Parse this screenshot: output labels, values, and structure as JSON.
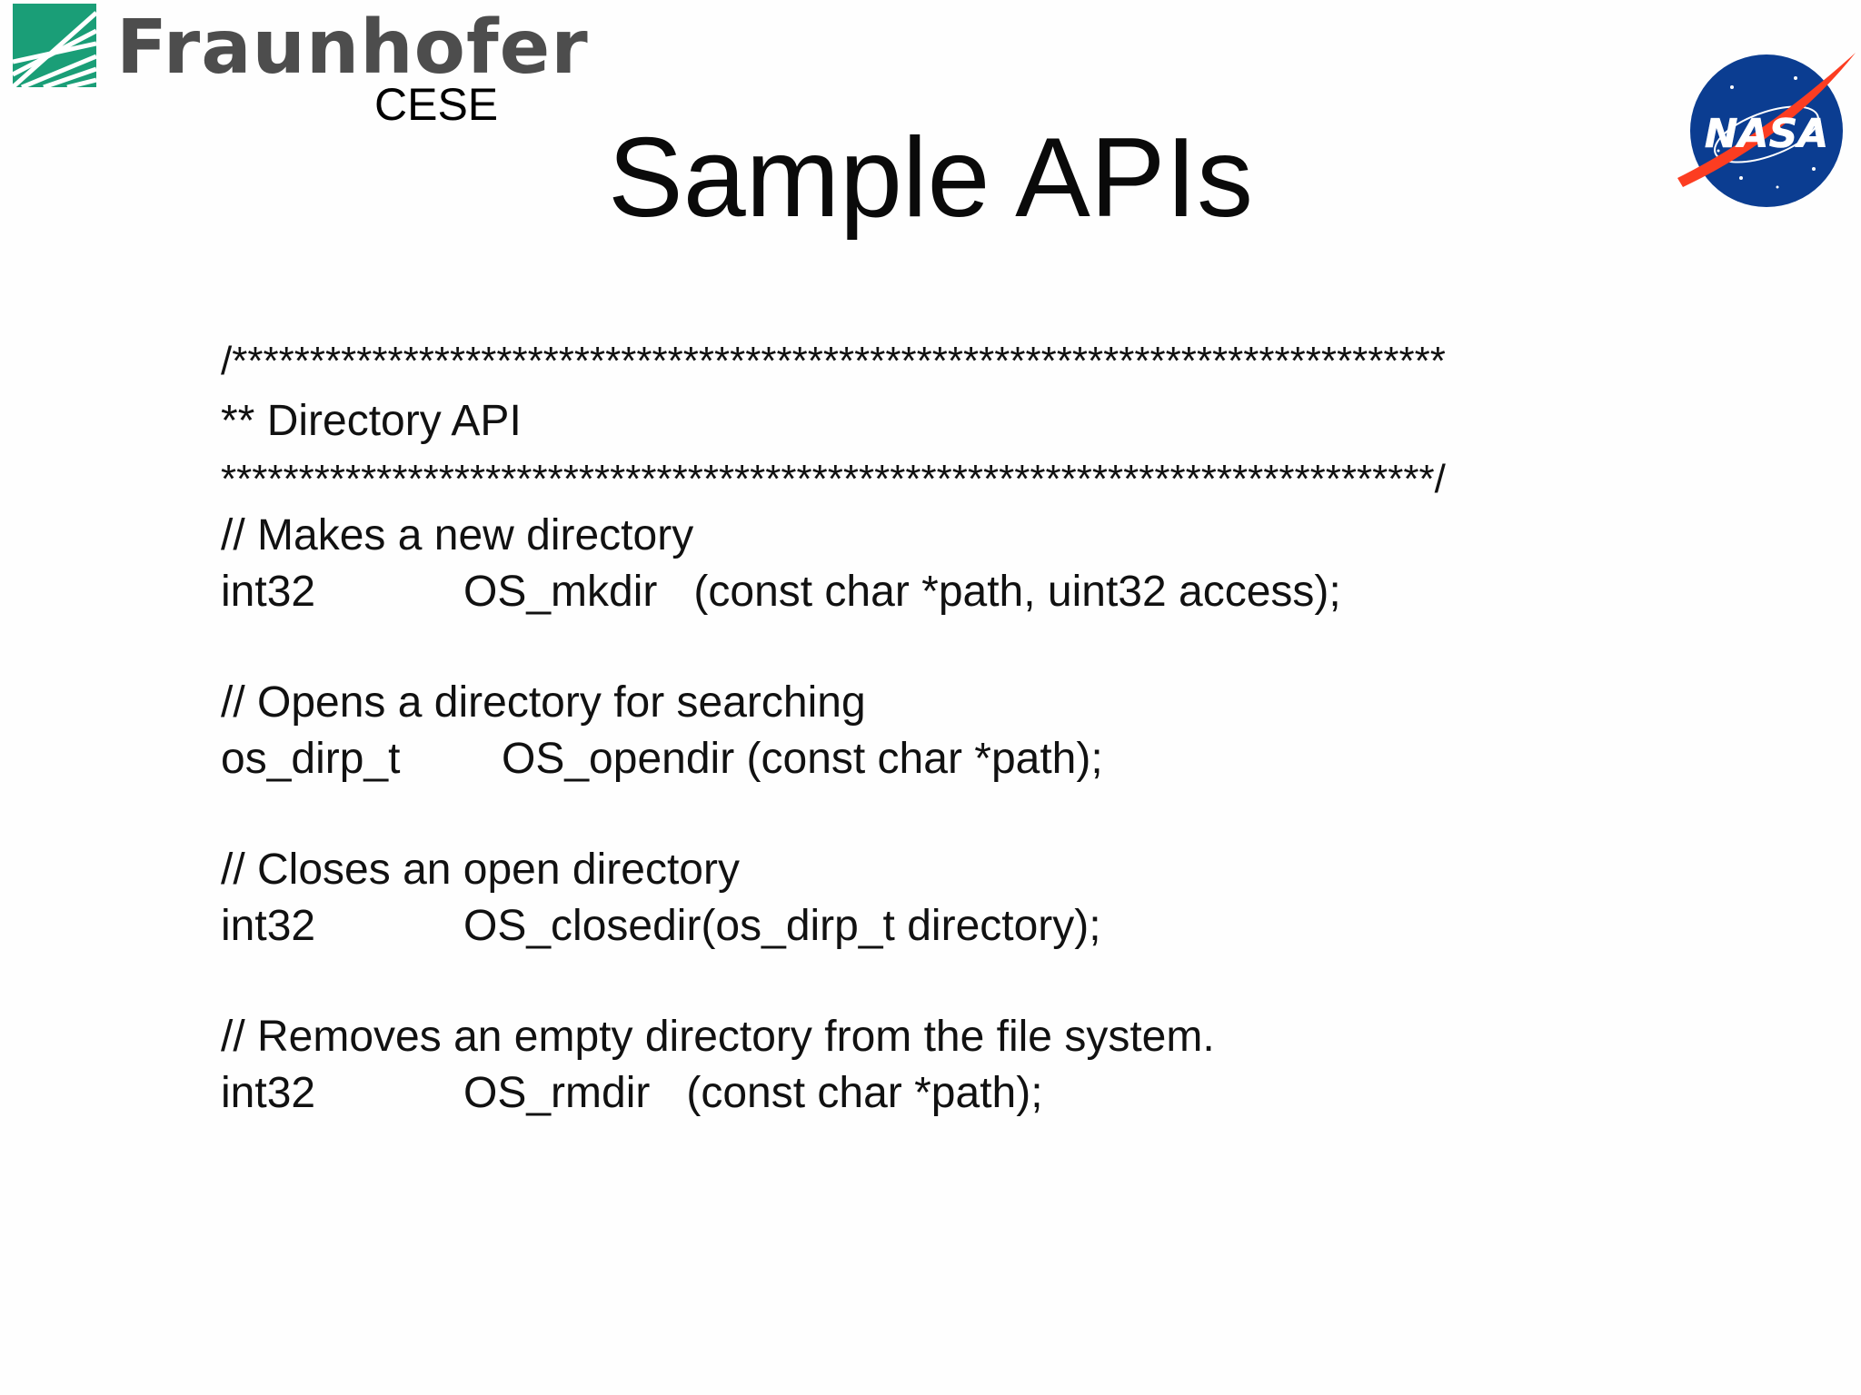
{
  "brand": {
    "fraunhofer_name": "Fraunhofer",
    "fraunhofer_sub": "CESE",
    "fraunhofer_color": "#1a9e77",
    "nasa_text": "NASA",
    "nasa_blue": "#0b3d91",
    "nasa_red": "#fc3d21"
  },
  "slide": {
    "title": "Sample APIs"
  },
  "code": {
    "header_open": "/******************************************************************************",
    "header_label": "** Directory API",
    "header_close": "******************************************************************************/",
    "entries": [
      {
        "comment": "// Makes a new directory",
        "return_type": "int32",
        "function": "OS_mkdir   (const char *path, uint32 access);"
      },
      {
        "comment": "// Opens a directory for searching",
        "return_type": "os_dirp_t",
        "function": "OS_opendir (const char *path);"
      },
      {
        "comment": "// Closes an open directory",
        "return_type": "int32",
        "function": "OS_closedir(os_dirp_t directory);"
      },
      {
        "comment": "// Removes an empty directory from the file system.",
        "return_type": "int32",
        "function": "OS_rmdir   (const char *path);"
      }
    ]
  }
}
